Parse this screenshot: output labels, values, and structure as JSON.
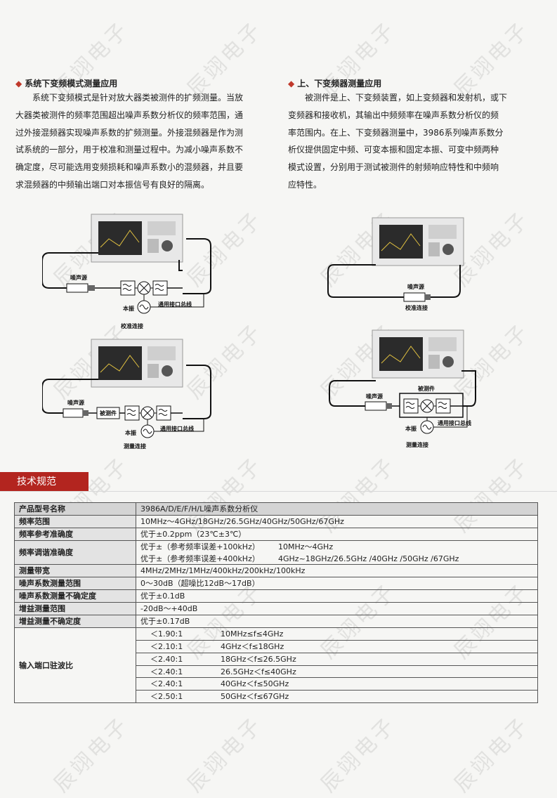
{
  "left_section": {
    "heading": "系统下变频模式测量应用",
    "lines": [
      "系统下变频模式是针对放大器类被测件的扩频测量。当放",
      "大器类被测件的频率范围超出噪声系数分析仪的频率范围，通",
      "过外接混频器实现噪声系数的扩频测量。外接混频器是作为测",
      "试系统的一部分，用于校准和测量过程中。为减小噪声系数不",
      "确定度，尽可能选用变频损耗和噪声系数小的混频器，并且要",
      "求混频器的中频输出端口对本振信号有良好的隔离。"
    ],
    "diagram_top": {
      "noise_source": "噪声源",
      "lo": "本振",
      "bus": "通用接口总线",
      "caption": "校准连接"
    },
    "diagram_bottom": {
      "noise_source": "噪声源",
      "dut": "被测件",
      "lo": "本振",
      "bus": "通用接口总线",
      "caption": "测量连接"
    }
  },
  "right_section": {
    "heading": "上、下变频器测量应用",
    "lines": [
      "被测件是上、下变频装置，如上变频器和发射机，或下",
      "变频器和接收机，其输出中频频率在噪声系数分析仪的频",
      "率范围内。在上、下变频器测量中，3986系列噪声系数分",
      "析仪提供固定中频、可变本振和固定本振、可变中频两种",
      "模式设置，分别用于测试被测件的射频响应特性和中频响",
      "应特性。"
    ],
    "diagram_top": {
      "noise_source": "噪声源",
      "caption": "校准连接"
    },
    "diagram_bottom": {
      "noise_source": "噪声源",
      "dut": "被测件",
      "lo": "本振",
      "bus": "通用接口总线",
      "caption": "测量连接"
    }
  },
  "spec_banner": "技术规范",
  "spec": {
    "model_label": "产品型号名称",
    "model_value": "3986A/D/E/F/H/L噪声系数分析仪",
    "freq_range_label": "频率范围",
    "freq_range_value": "10MHz～4GHz/18GHz/26.5GHz/40GHz/50GHz/67GHz",
    "ref_acc_label": "频率参考准确度",
    "ref_acc_value": "优于±0.2ppm（23℃±3℃）",
    "tune_acc_label": "频率调谐准确度",
    "tune_acc_rows": [
      {
        "value": "优于±（参考频率误差+100kHz）",
        "range": "10MHz～4GHz"
      },
      {
        "value": "优于±（参考频率误差+400kHz）",
        "range": "4GHz~18GHz/26.5GHz /40GHz /50GHz /67GHz"
      }
    ],
    "bw_label": "测量带宽",
    "bw_value": "4MHz/2MHz/1MHz/400kHz/200kHz/100kHz",
    "nf_range_label": "噪声系数测量范围",
    "nf_range_value": "0～30dB（超噪比12dB～17dB）",
    "nf_unc_label": "噪声系数测量不确定度",
    "nf_unc_value": "优于±0.1dB",
    "gain_range_label": "增益测量范围",
    "gain_range_value": "-20dB～+40dB",
    "gain_unc_label": "增益测量不确定度",
    "gain_unc_value": "优于±0.17dB",
    "vswr_label": "输入端口驻波比",
    "vswr_rows": [
      {
        "ratio": "＜1.90:1",
        "range": "10MHz≤f≤4GHz"
      },
      {
        "ratio": "＜2.10:1",
        "range": "4GHz＜f≤18GHz"
      },
      {
        "ratio": "＜2.40:1",
        "range": "18GHz＜f≤26.5GHz"
      },
      {
        "ratio": "＜2.40:1",
        "range": "26.5GHz＜f≤40GHz"
      },
      {
        "ratio": "＜2.40:1",
        "range": "40GHz＜f≤50GHz"
      },
      {
        "ratio": "＜2.50:1",
        "range": "50GHz＜f≤67GHz"
      }
    ]
  },
  "watermark": "辰翊电子"
}
